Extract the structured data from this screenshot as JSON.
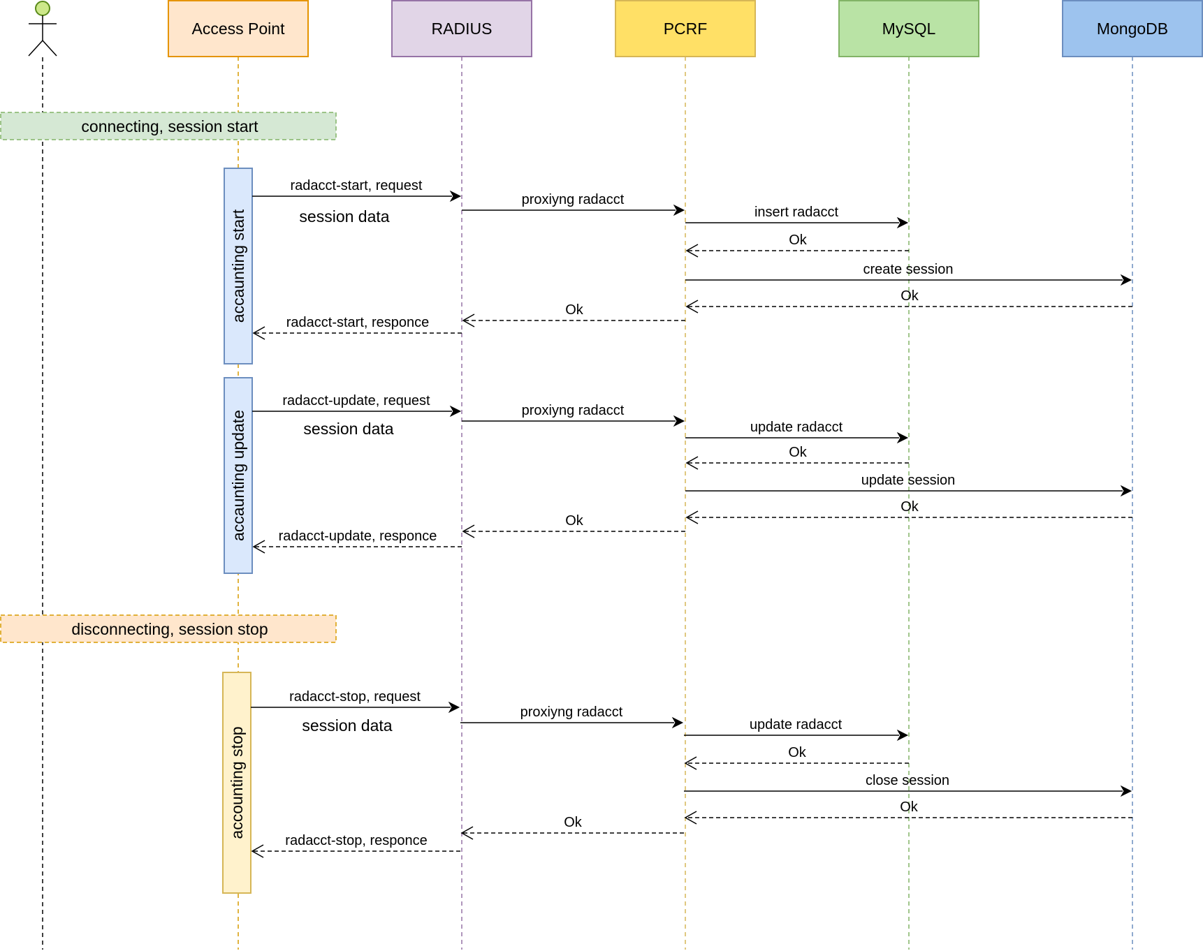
{
  "participants": [
    {
      "id": "actor",
      "label": "",
      "kind": "actor",
      "fill": "#d5e8d4",
      "stroke": "#000000",
      "head_fill": "#cde88a",
      "head_stroke": "#5a8a1a"
    },
    {
      "id": "ap",
      "label": "Access Point",
      "kind": "box",
      "fill": "#ffe6cc",
      "stroke": "#e59400",
      "line": "#d79b00"
    },
    {
      "id": "radius",
      "label": "RADIUS",
      "kind": "box",
      "fill": "#e1d5e7",
      "stroke": "#9673a6",
      "line": "#9673a6"
    },
    {
      "id": "pcrf",
      "label": "PCRF",
      "kind": "box",
      "fill": "#ffe066",
      "stroke": "#d6b656",
      "line": "#d6b656"
    },
    {
      "id": "mysql",
      "label": "MySQL",
      "kind": "box",
      "fill": "#b9e3a5",
      "stroke": "#82b366",
      "line": "#82b366"
    },
    {
      "id": "mongodb",
      "label": "MongoDB",
      "kind": "box",
      "fill": "#9dc3ee",
      "stroke": "#6c8ebf",
      "line": "#6c8ebf"
    }
  ],
  "sections": [
    {
      "id": "section-connecting",
      "label": "connecting, session start",
      "fill": "#d5e8d4",
      "stroke": "#82b366"
    },
    {
      "id": "section-disconnecting",
      "label": "disconnecting, session stop",
      "fill": "#ffe6cc",
      "stroke": "#d79b00"
    }
  ],
  "activations": [
    {
      "id": "activation-start",
      "label": "accaunting start",
      "fill": "#dae8fc",
      "stroke": "#6c8ebf"
    },
    {
      "id": "activation-update",
      "label": "accaunting update",
      "fill": "#dae8fc",
      "stroke": "#6c8ebf"
    },
    {
      "id": "activation-stop",
      "label": "accounting stop",
      "fill": "#fff2cc",
      "stroke": "#d6b656"
    }
  ],
  "notes": [
    {
      "text": "session data"
    },
    {
      "text": "session data"
    },
    {
      "text": "session data"
    }
  ],
  "messages": [
    {
      "from": "ap",
      "to": "radius",
      "label": "radacct-start, request",
      "type": "sync"
    },
    {
      "from": "radius",
      "to": "pcrf",
      "label": "proxiyng  radacct",
      "type": "sync"
    },
    {
      "from": "pcrf",
      "to": "mysql",
      "label": "insert  radacct",
      "type": "sync"
    },
    {
      "from": "mysql",
      "to": "pcrf",
      "label": "Ok",
      "type": "reply"
    },
    {
      "from": "pcrf",
      "to": "mongodb",
      "label": "create session",
      "type": "sync"
    },
    {
      "from": "mongodb",
      "to": "pcrf",
      "label": "Ok",
      "type": "reply"
    },
    {
      "from": "pcrf",
      "to": "radius",
      "label": "Ok",
      "type": "reply"
    },
    {
      "from": "radius",
      "to": "ap",
      "label": "radacct-start, responce",
      "type": "reply"
    },
    {
      "from": "ap",
      "to": "radius",
      "label": "radacct-update, request",
      "type": "sync"
    },
    {
      "from": "radius",
      "to": "pcrf",
      "label": "proxiyng  radacct",
      "type": "sync"
    },
    {
      "from": "pcrf",
      "to": "mysql",
      "label": "update  radacct",
      "type": "sync"
    },
    {
      "from": "mysql",
      "to": "pcrf",
      "label": "Ok",
      "type": "reply"
    },
    {
      "from": "pcrf",
      "to": "mongodb",
      "label": "update session",
      "type": "sync"
    },
    {
      "from": "mongodb",
      "to": "pcrf",
      "label": "Ok",
      "type": "reply"
    },
    {
      "from": "pcrf",
      "to": "radius",
      "label": "Ok",
      "type": "reply"
    },
    {
      "from": "radius",
      "to": "ap",
      "label": "radacct-update, responce",
      "type": "reply"
    },
    {
      "from": "ap",
      "to": "radius",
      "label": "radacct-stop, request",
      "type": "sync"
    },
    {
      "from": "radius",
      "to": "pcrf",
      "label": "proxiyng  radacct",
      "type": "sync"
    },
    {
      "from": "pcrf",
      "to": "mysql",
      "label": "update  radacct",
      "type": "sync"
    },
    {
      "from": "mysql",
      "to": "pcrf",
      "label": "Ok",
      "type": "reply"
    },
    {
      "from": "pcrf",
      "to": "mongodb",
      "label": "close session",
      "type": "sync"
    },
    {
      "from": "mongodb",
      "to": "pcrf",
      "label": "Ok",
      "type": "reply"
    },
    {
      "from": "pcrf",
      "to": "radius",
      "label": "Ok",
      "type": "reply"
    },
    {
      "from": "radius",
      "to": "ap",
      "label": "radacct-stop, responce",
      "type": "reply"
    }
  ]
}
